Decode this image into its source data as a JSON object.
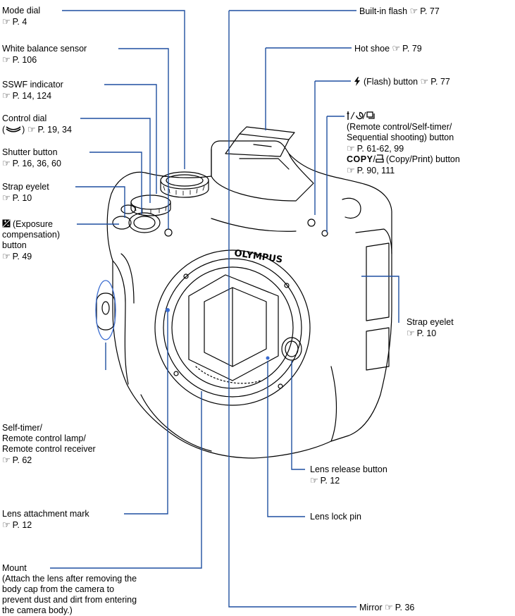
{
  "labels": {
    "mode_dial": {
      "name": "Mode dial",
      "ref": "P. 4"
    },
    "white_balance": {
      "name": "White balance sensor",
      "ref": "P. 106"
    },
    "sswf": {
      "name": "SSWF indicator",
      "ref": "P. 14, 124"
    },
    "control_dial": {
      "name": "Control dial",
      "line2_prefix": "(",
      "line2_suffix": ")",
      "ref": "P. 19, 34"
    },
    "shutter": {
      "name": "Shutter button",
      "ref": "P. 16, 36, 60"
    },
    "strap_left": {
      "name": "Strap eyelet",
      "ref": "P. 10"
    },
    "exposure": {
      "line1": "(Exposure",
      "line2": "compensation)",
      "line3": "button",
      "ref": "P. 49"
    },
    "self_timer_lamp": {
      "line1": "Self-timer/",
      "line2": "Remote control lamp/",
      "line3": "Remote control receiver",
      "ref": "P. 62"
    },
    "lens_mark": {
      "name": "Lens attachment mark",
      "ref": "P. 12"
    },
    "mount": {
      "name": "Mount",
      "line1": "(Attach the lens after removing the",
      "line2": "body cap from the camera to",
      "line3": "prevent dust and dirt from entering",
      "line4": "the camera body.)"
    },
    "flash": {
      "name": "Built-in flash",
      "ref": "P. 77"
    },
    "hot_shoe": {
      "name": "Hot shoe",
      "ref": "P. 79"
    },
    "flash_button": {
      "name": "(Flash) button",
      "ref": "P. 77"
    },
    "remote_button": {
      "line1": "(Remote control/Self-timer/",
      "line2": "Sequential shooting) button",
      "ref": "P. 61-62, 99",
      "copy_word": "COPY",
      "copy_rest": "(Copy/Print) button",
      "copy_ref": "P. 90, 111"
    },
    "strap_right": {
      "name": "Strap eyelet",
      "ref": "P. 10"
    },
    "lens_release": {
      "name": "Lens release button",
      "ref": "P. 12"
    },
    "lens_lock": {
      "name": "Lens lock pin"
    },
    "mirror": {
      "name": "Mirror",
      "ref": "P. 36"
    }
  },
  "camera": {
    "brand": "OLYMPUS"
  },
  "colors": {
    "leader": "#1f4fa0",
    "body": "#000000"
  }
}
